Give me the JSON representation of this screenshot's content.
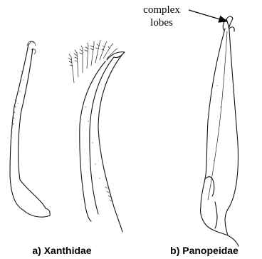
{
  "annotation": {
    "line1": "complex",
    "line2": "lobes"
  },
  "captions": {
    "a": "a)  Xanthidae",
    "b": "b)  Panopeidae"
  }
}
